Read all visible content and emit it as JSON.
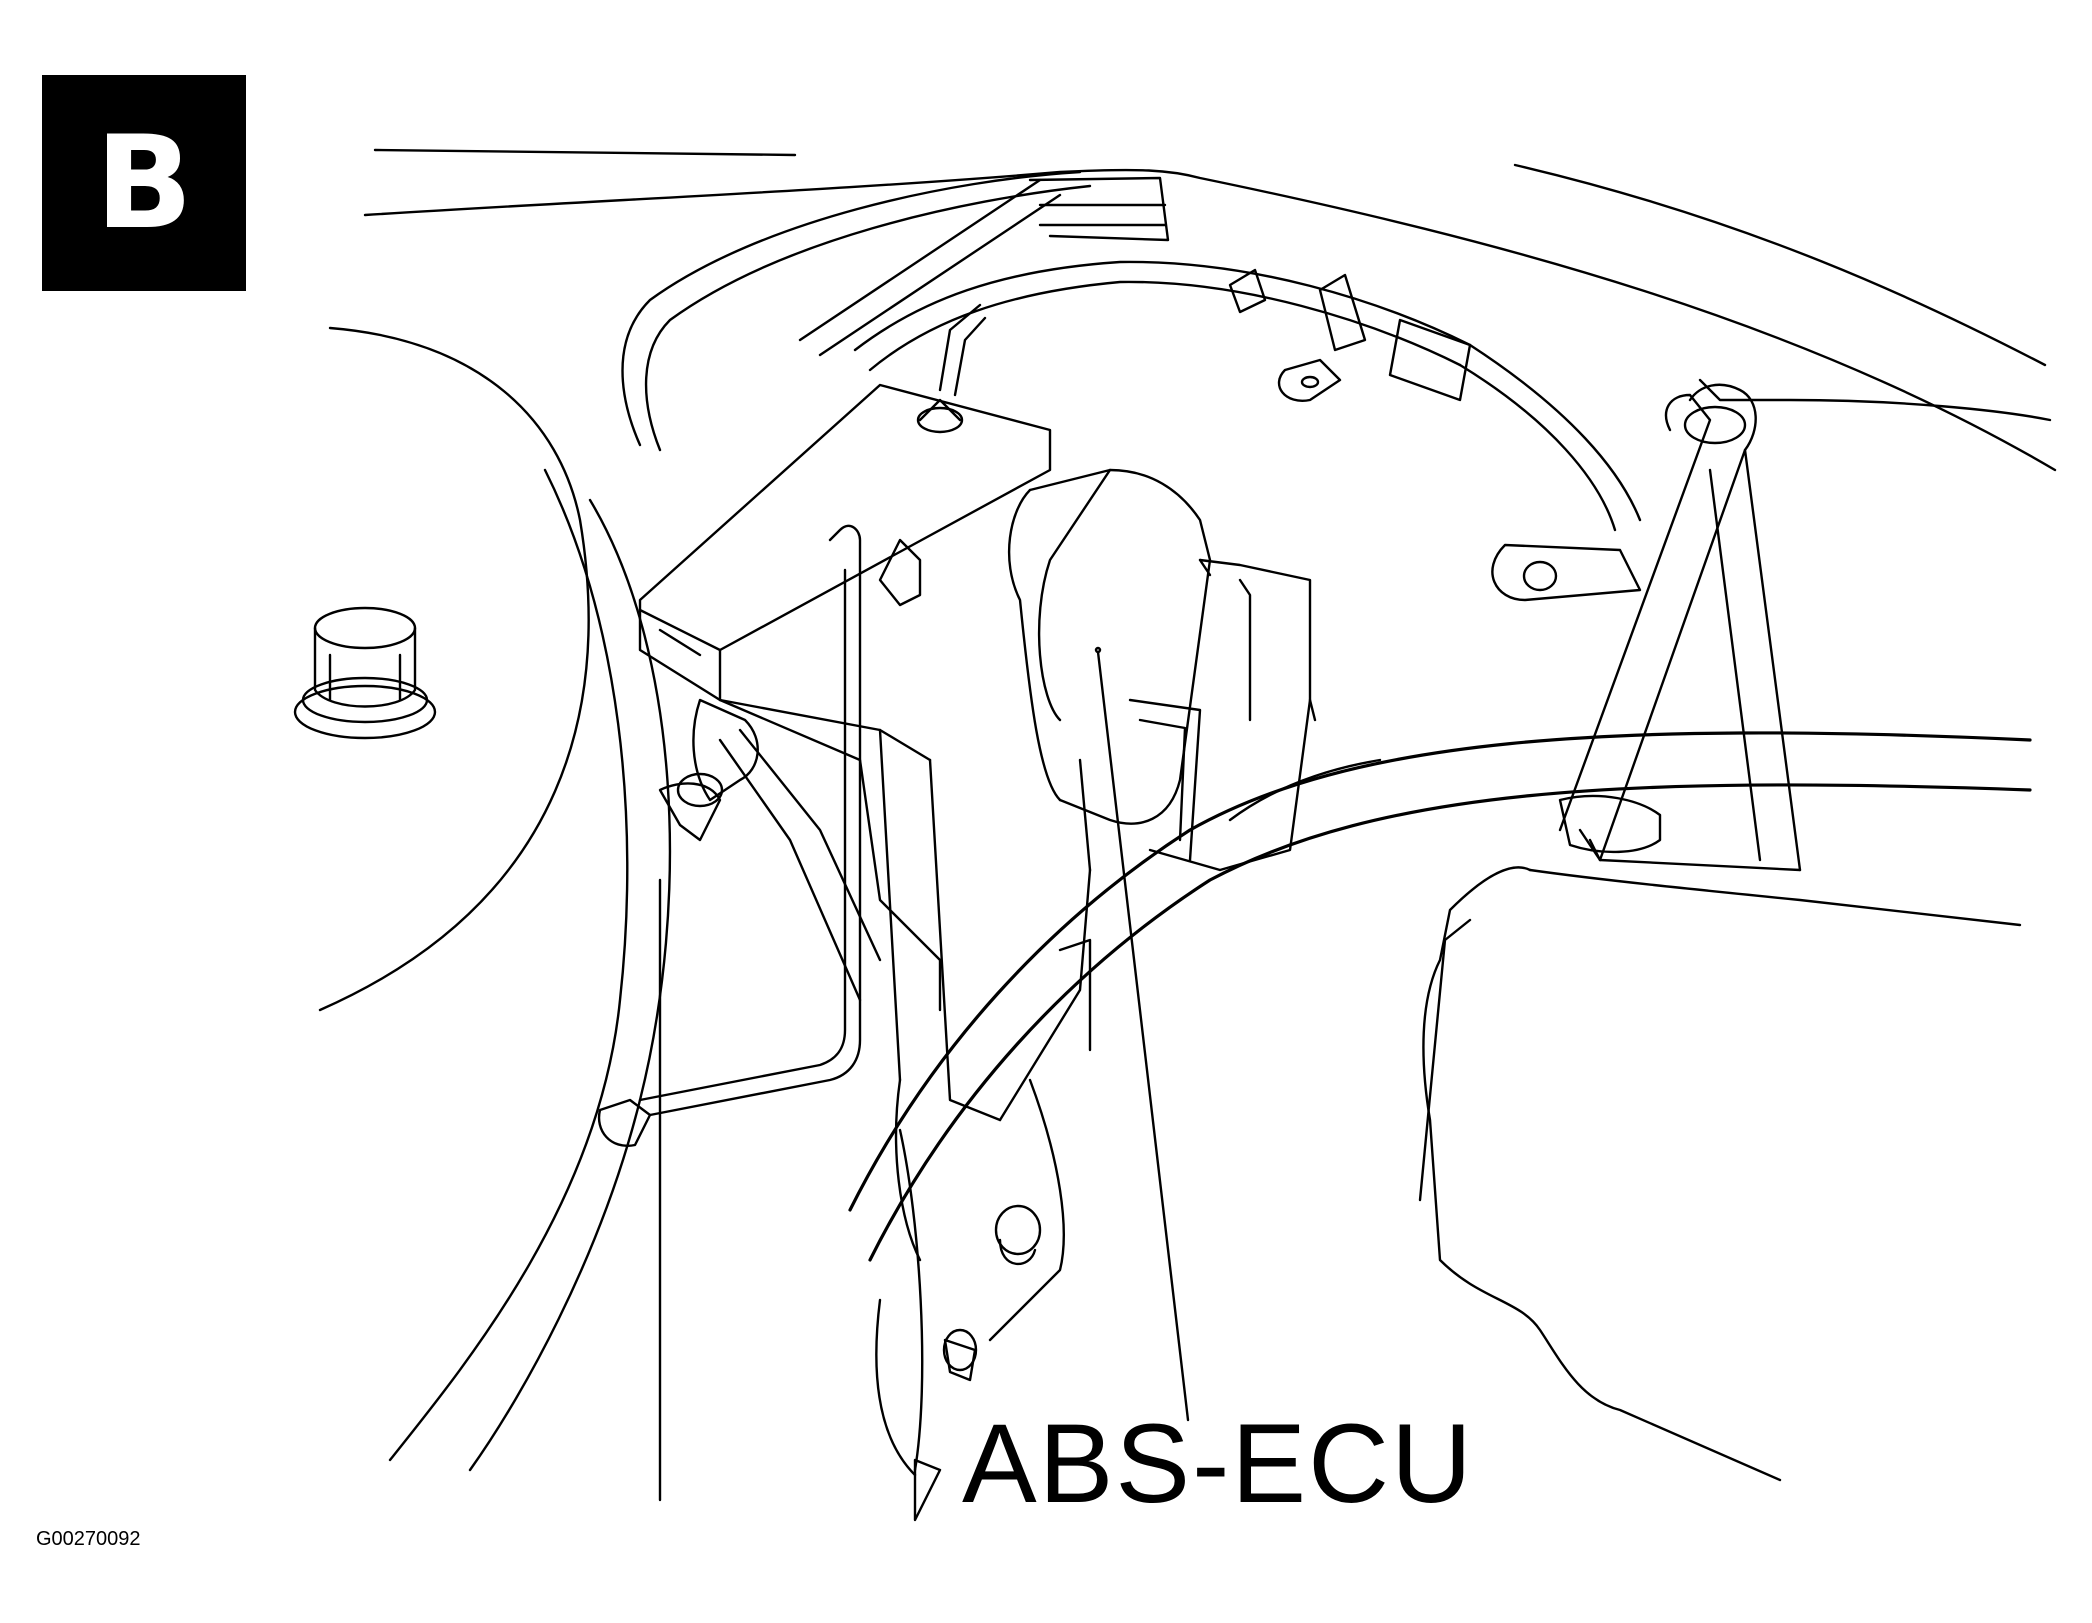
{
  "panel_letter": "B",
  "callout": {
    "label": "ABS-ECU"
  },
  "figure_code": "G00270092",
  "colors": {
    "line": "#000000",
    "background": "#ffffff",
    "badge_fill": "#000000",
    "badge_text": "#ffffff"
  }
}
